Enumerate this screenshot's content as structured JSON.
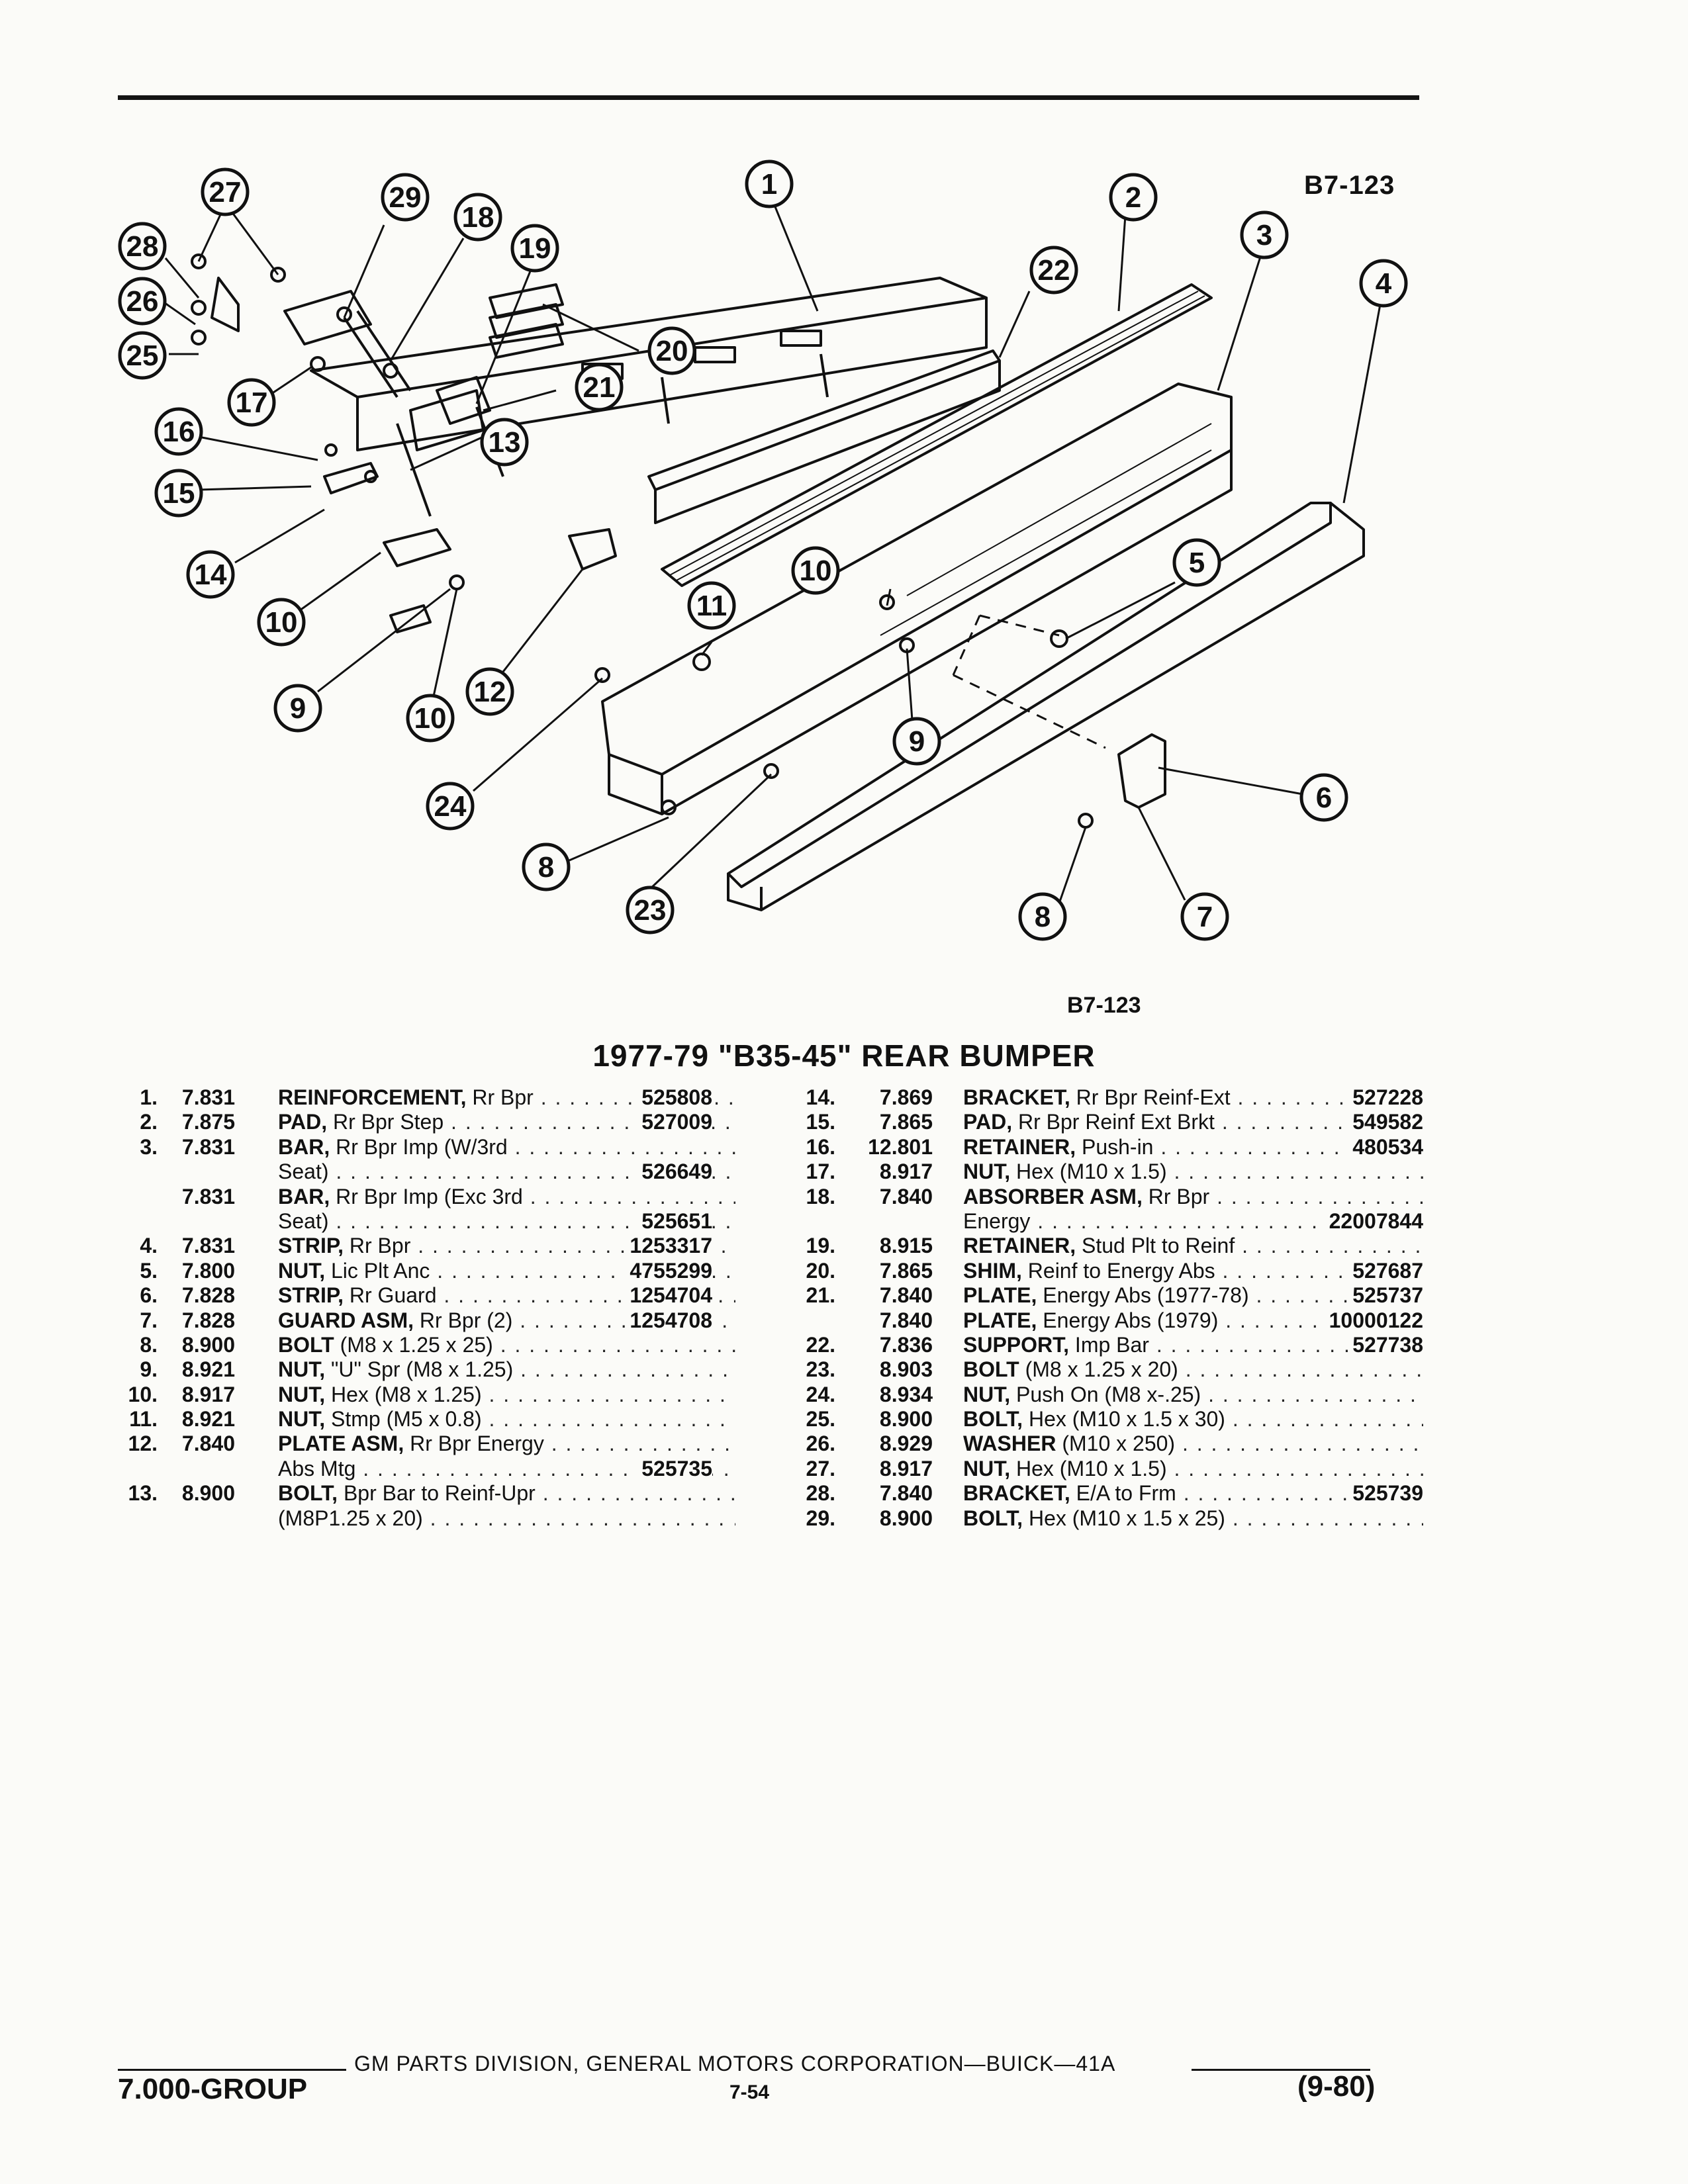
{
  "diagram_code": "B7-123",
  "diagram_code_bottom": "B7-123",
  "title": "1977-79 \"B35-45\" REAR BUMPER",
  "callouts": [
    "1",
    "2",
    "3",
    "4",
    "5",
    "6",
    "7",
    "8",
    "8",
    "9",
    "9",
    "10",
    "10",
    "10",
    "11",
    "12",
    "13",
    "14",
    "15",
    "16",
    "17",
    "18",
    "19",
    "20",
    "21",
    "22",
    "23",
    "24",
    "25",
    "26",
    "27",
    "28",
    "29"
  ],
  "parts_left": [
    {
      "num": "1.",
      "group": "7.831",
      "name": "REINFORCEMENT,",
      "desc": "Rr Bpr",
      "part": "525808"
    },
    {
      "num": "2.",
      "group": "7.875",
      "name": "PAD,",
      "desc": "Rr Bpr Step",
      "part": "527009"
    },
    {
      "num": "3.",
      "group": "7.831",
      "name": "BAR,",
      "desc": "Rr Bpr Imp (W/3rd",
      "part": "",
      "cont": "Seat)",
      "cont_part": "526649"
    },
    {
      "num": "",
      "group": "7.831",
      "name": "BAR,",
      "desc": "Rr Bpr Imp (Exc 3rd",
      "part": "",
      "cont": "Seat)",
      "cont_part": "525651"
    },
    {
      "num": "4.",
      "group": "7.831",
      "name": "STRIP,",
      "desc": "Rr Bpr",
      "part": "1253317"
    },
    {
      "num": "5.",
      "group": "7.800",
      "name": "NUT,",
      "desc": "Lic Plt Anc",
      "part": "4755299"
    },
    {
      "num": "6.",
      "group": "7.828",
      "name": "STRIP,",
      "desc": "Rr Guard",
      "part": "1254704"
    },
    {
      "num": "7.",
      "group": "7.828",
      "name": "GUARD ASM,",
      "desc": "Rr Bpr (2)",
      "part": "1254708"
    },
    {
      "num": "8.",
      "group": "8.900",
      "name": "BOLT",
      "desc": "(M8 x 1.25 x 25)",
      "part": ""
    },
    {
      "num": "9.",
      "group": "8.921",
      "name": "NUT,",
      "desc": "\"U\" Spr (M8 x 1.25)",
      "part": ""
    },
    {
      "num": "10.",
      "group": "8.917",
      "name": "NUT,",
      "desc": "Hex (M8 x 1.25)",
      "part": ""
    },
    {
      "num": "11.",
      "group": "8.921",
      "name": "NUT,",
      "desc": "Stmp (M5 x 0.8)",
      "part": ""
    },
    {
      "num": "12.",
      "group": "7.840",
      "name": "PLATE ASM,",
      "desc": "Rr Bpr Energy",
      "part": "",
      "cont": "Abs Mtg",
      "cont_part": "525735"
    },
    {
      "num": "13.",
      "group": "8.900",
      "name": "BOLT,",
      "desc": "Bpr Bar to Reinf-Upr",
      "part": "",
      "cont": "(M8P1.25 x 20)",
      "cont_part": ""
    }
  ],
  "parts_right": [
    {
      "num": "14.",
      "group": "7.869",
      "name": "BRACKET,",
      "desc": "Rr Bpr Reinf-Ext",
      "part": "527228"
    },
    {
      "num": "15.",
      "group": "7.865",
      "name": "PAD,",
      "desc": "Rr Bpr Reinf Ext Brkt",
      "part": "549582"
    },
    {
      "num": "16.",
      "group": "12.801",
      "name": "RETAINER,",
      "desc": "Push-in",
      "part": "480534"
    },
    {
      "num": "17.",
      "group": "8.917",
      "name": "NUT,",
      "desc": "Hex (M10 x 1.5)",
      "part": ""
    },
    {
      "num": "18.",
      "group": "7.840",
      "name": "ABSORBER ASM,",
      "desc": "Rr Bpr",
      "part": "",
      "cont": "Energy",
      "cont_part": "22007844"
    },
    {
      "num": "19.",
      "group": "8.915",
      "name": "RETAINER,",
      "desc": "Stud Plt to Reinf",
      "part": ""
    },
    {
      "num": "20.",
      "group": "7.865",
      "name": "SHIM,",
      "desc": "Reinf to Energy Abs",
      "part": "527687"
    },
    {
      "num": "21.",
      "group": "7.840",
      "name": "PLATE,",
      "desc": "Energy Abs (1977-78)",
      "part": "525737"
    },
    {
      "num": "",
      "group": "7.840",
      "name": "PLATE,",
      "desc": "Energy Abs (1979)",
      "part": "10000122"
    },
    {
      "num": "22.",
      "group": "7.836",
      "name": "SUPPORT,",
      "desc": "Imp Bar",
      "part": "527738"
    },
    {
      "num": "23.",
      "group": "8.903",
      "name": "BOLT",
      "desc": "(M8 x 1.25 x 20)",
      "part": ""
    },
    {
      "num": "24.",
      "group": "8.934",
      "name": "NUT,",
      "desc": "Push On (M8 x-.25)",
      "part": ""
    },
    {
      "num": "25.",
      "group": "8.900",
      "name": "BOLT,",
      "desc": "Hex (M10 x 1.5 x 30)",
      "part": ""
    },
    {
      "num": "26.",
      "group": "8.929",
      "name": "WASHER",
      "desc": "(M10 x 250)",
      "part": ""
    },
    {
      "num": "27.",
      "group": "8.917",
      "name": "NUT,",
      "desc": "Hex (M10 x 1.5)",
      "part": ""
    },
    {
      "num": "28.",
      "group": "7.840",
      "name": "BRACKET,",
      "desc": "E/A to Frm",
      "part": "525739"
    },
    {
      "num": "29.",
      "group": "8.900",
      "name": "BOLT,",
      "desc": "Hex (M10 x 1.5 x 25)",
      "part": ""
    }
  ],
  "footer": {
    "corporation": "GM PARTS DIVISION, GENERAL MOTORS CORPORATION—BUICK—41A",
    "group": "7.000-GROUP",
    "page": "7-54",
    "date": "(9-80)"
  }
}
